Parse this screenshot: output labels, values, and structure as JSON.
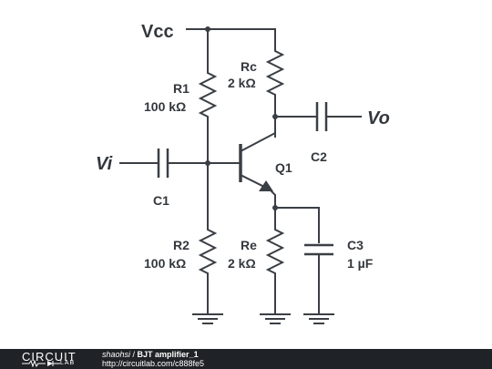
{
  "schematic": {
    "nets": {
      "vcc": "Vcc",
      "vi": "Vi",
      "vo": "Vo"
    },
    "components": {
      "r1": {
        "name": "R1",
        "value": "100 kΩ"
      },
      "r2": {
        "name": "R2",
        "value": "100 kΩ"
      },
      "rc": {
        "name": "Rc",
        "value": "2 kΩ"
      },
      "re": {
        "name": "Re",
        "value": "2 kΩ"
      },
      "c1": {
        "name": "C1"
      },
      "c2": {
        "name": "C2"
      },
      "c3": {
        "name": "C3",
        "value": "1 µF"
      },
      "q1": {
        "name": "Q1"
      }
    }
  },
  "footer": {
    "logo_circuit": "CIRCUIT",
    "logo_lab": "LAB",
    "author": "shaohsi",
    "separator": " / ",
    "title": "BJT amplifier_1",
    "url": "http://circuitlab.com/c888fe5"
  },
  "colors": {
    "wire": "#3a3f45",
    "footer_bg": "#1f2226",
    "text": "#33383d"
  }
}
